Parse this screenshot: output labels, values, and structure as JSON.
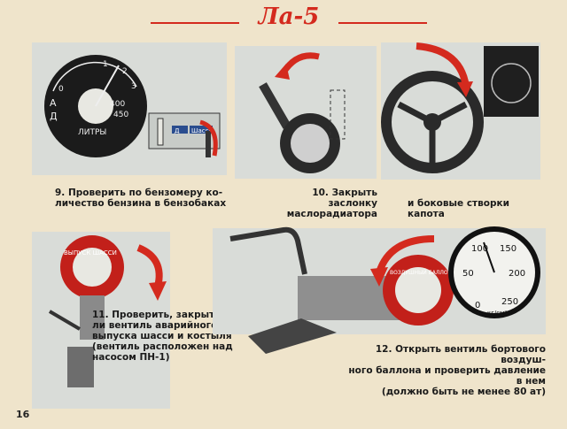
{
  "title": "Ла-5",
  "page_number": "16",
  "steps": [
    {
      "num": "9.",
      "lines": [
        "Проверить по бензомеру ко-",
        "личество бензина в бензобаках"
      ]
    },
    {
      "num": "10.",
      "lines": [
        "Закрыть заслонку",
        "маслорадиатора"
      ]
    },
    {
      "num": "",
      "lines": [
        "и боковые створки капота"
      ]
    },
    {
      "num": "11.",
      "lines": [
        "Проверить, закрыт",
        "ли вентиль аварийного",
        "выпуска шасси и костыля",
        "(вентиль расположен над",
        "насосом ПН-1)"
      ]
    },
    {
      "num": "12.",
      "lines": [
        "Открыть вентиль бортового воздуш-",
        "ного баллона и проверить давление в нем",
        "(должно быть не менее 80 ат)"
      ]
    }
  ],
  "fuel_gauge": {
    "unit": "ЛИТРЫ",
    "ticks": [
      "0",
      "1",
      "2",
      "3",
      "400",
      "450"
    ],
    "letters": [
      "А",
      "Д"
    ]
  },
  "pressure_gauge": {
    "unit": "кг/см²",
    "ticks": [
      "0",
      "50",
      "100",
      "150",
      "200",
      "250"
    ]
  },
  "valve_labels": {
    "emergency": "ВЫПУСК ШАССИ",
    "air": "ВОЗДУШНЫЙ БАЛЛОН"
  },
  "switch_labels": [
    "Д",
    "Шасси"
  ],
  "colors": {
    "accent_red": "#d42a1e",
    "background": "#efe4cb",
    "panel": "#d9dcd8",
    "ink": "#1a1a1a"
  }
}
